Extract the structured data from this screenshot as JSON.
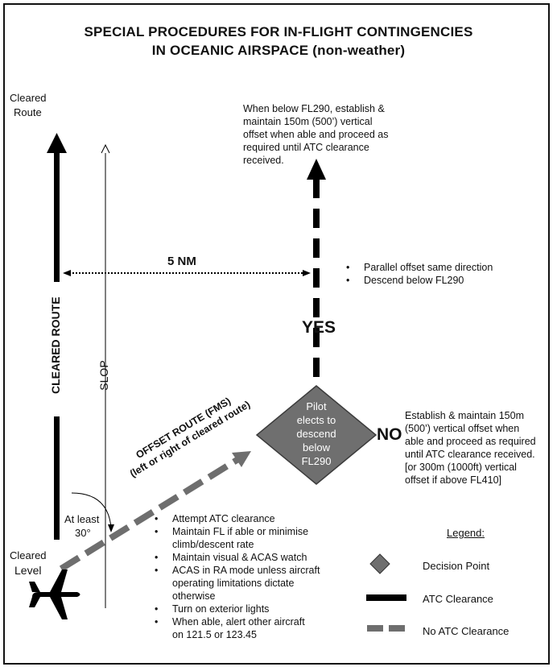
{
  "title": {
    "line1": "SPECIAL PROCEDURES FOR IN-FLIGHT CONTINGENCIES",
    "line2": "IN OCEANIC AIRSPACE (non-weather)"
  },
  "labels": {
    "cleared_route_top_1": "Cleared",
    "cleared_route_top_2": "Route",
    "cleared_route_vertical": "CLEARED ROUTE",
    "slop_vertical": "SLOP",
    "five_nm": "5 NM",
    "yes": "YES",
    "no": "NO",
    "offset_route_1": "OFFSET ROUTE  (FMS)",
    "offset_route_2": "(left or right of cleared route)",
    "at_least_1": "At least",
    "at_least_2": "30°",
    "cleared_level_1": "Cleared",
    "cleared_level_2": "Level"
  },
  "top_note": [
    "When below FL290, establish &",
    "maintain 150m (500’)  vertical",
    "offset when able and proceed as",
    "required until ATC clearance",
    "received."
  ],
  "yes_bullets": [
    "Parallel offset same direction",
    "Descend below FL290"
  ],
  "decision": [
    "Pilot",
    "elects to",
    "descend",
    "below",
    "FL290"
  ],
  "no_note": [
    "Establish & maintain 150m",
    "(500’) vertical offset when",
    "able and proceed as required",
    "until ATC clearance received.",
    "[or 300m (1000ft)  vertical",
    "offset if above FL410]"
  ],
  "bottom_bullets": [
    [
      "Attempt ATC clearance"
    ],
    [
      "Maintain FL if able or minimise",
      "climb/descent rate"
    ],
    [
      "Maintain visual & ACAS watch"
    ],
    [
      "ACAS in RA mode  unless aircraft",
      "operating limitations dictate",
      "otherwise"
    ],
    [
      "Turn on exterior lights"
    ],
    [
      "When able, alert other aircraft",
      "on 121.5  or 123.45"
    ]
  ],
  "legend": {
    "title": "Legend:",
    "decision_point": "Decision Point",
    "atc_clearance": "ATC Clearance",
    "no_atc_clearance": "No ATC Clearance"
  },
  "icons": {
    "aircraft": "airplane-icon",
    "decision": "diamond-icon"
  },
  "colors": {
    "line": "#000000",
    "dashed_grey": "#6e6e6e",
    "diamond_fill": "#6f6f6f",
    "diamond_stroke": "#3c3c3c"
  }
}
